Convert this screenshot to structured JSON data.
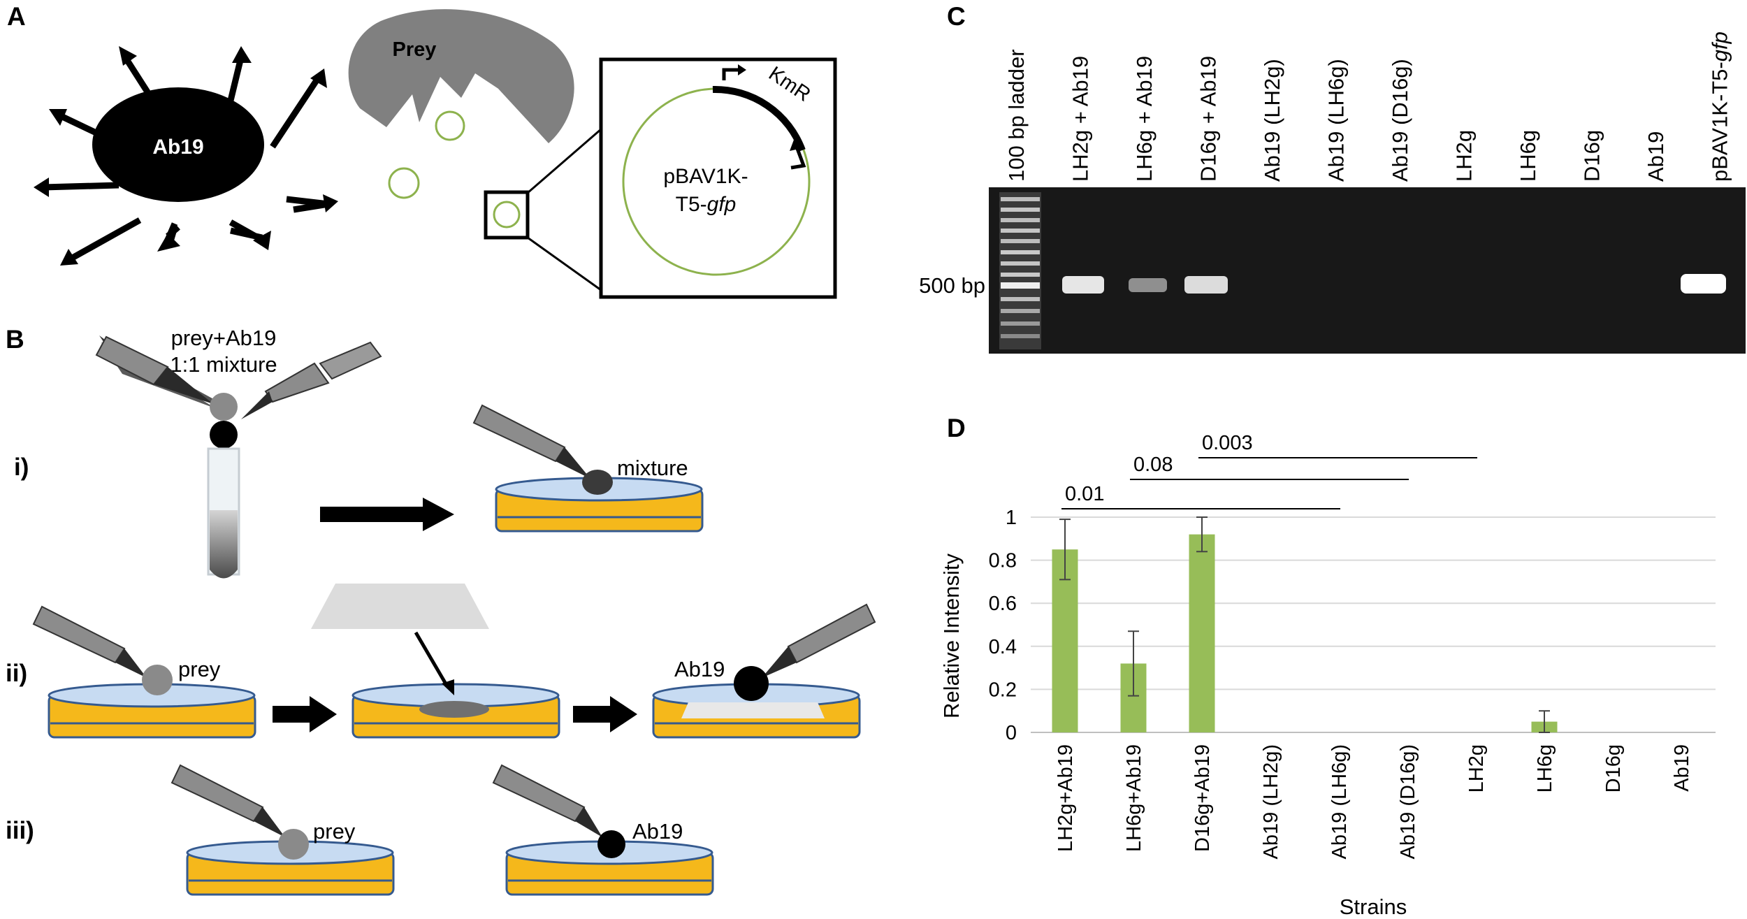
{
  "panel_a": {
    "letter": "A",
    "predator_label": "Ab19",
    "prey_label": "Prey",
    "plasmid_line1": "pBAV1K-",
    "plasmid_line2_prefix": "T5-",
    "plasmid_line2_italic": "gfp",
    "gene_label": "KmR",
    "colors": {
      "black": "#000000",
      "prey_gray": "#808080",
      "plasmid_green": "#8db24d"
    }
  },
  "panel_b": {
    "letter": "B",
    "mixture_line1": "prey+Ab19",
    "mixture_line2": "1:1 mixture",
    "row_i": "i)",
    "row_ii": "ii)",
    "row_iii": "iii)",
    "mixture_label": "mixture",
    "prey_label": "prey",
    "ab19_label": "Ab19",
    "colors": {
      "agar": "#f5b81b",
      "dish_blue": "#c7dbf2",
      "dish_edge": "#355a8f",
      "drop_gray": "#8a8a8a"
    }
  },
  "panel_c": {
    "letter": "C",
    "lanes": [
      "100 bp ladder",
      "LH2g + Ab19",
      "LH6g + Ab19",
      "D16g + Ab19",
      "Ab19 (LH2g)",
      "Ab19 (LH6g)",
      "Ab19 (D16g)",
      "LH2g",
      "LH6g",
      "D16g",
      "Ab19",
      "pBAV1K-T5-"
    ],
    "last_lane_italic": "gfp",
    "marker_label": "500 bp"
  },
  "panel_d": {
    "letter": "D",
    "comparisons": [
      {
        "label": "0.01",
        "from": 0,
        "to": 4
      },
      {
        "label": "0.08",
        "from": 1,
        "to": 5
      },
      {
        "label": "0.003",
        "from": 2,
        "to": 6
      }
    ]
  },
  "chart_data": {
    "type": "bar",
    "categories": [
      "LH2g+Ab19",
      "LH6g+Ab19",
      "D16g+Ab19",
      "Ab19 (LH2g)",
      "Ab19 (LH6g)",
      "Ab19 (D16g)",
      "LH2g",
      "LH6g",
      "D16g",
      "Ab19"
    ],
    "values": [
      0.85,
      0.32,
      0.92,
      0,
      0,
      0,
      0,
      0.05,
      0,
      0
    ],
    "error": [
      0.14,
      0.15,
      0.08,
      0,
      0,
      0,
      0,
      0.05,
      0,
      0
    ],
    "ylim": [
      0,
      1
    ],
    "yticks": [
      0,
      0.2,
      0.4,
      0.6,
      0.8,
      1
    ],
    "ytick_labels": [
      "0",
      "0.2",
      "0.4",
      "0.6",
      "0.8",
      "1"
    ],
    "xlabel": "Strains",
    "ylabel": "Relative Intensity",
    "grid": true,
    "bar_color": "#97bd58"
  }
}
